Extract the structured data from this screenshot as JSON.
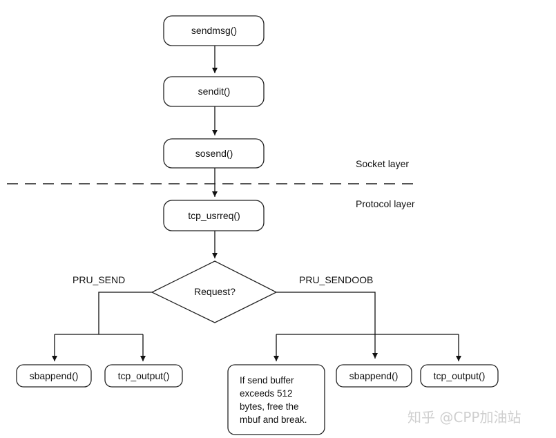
{
  "nodes": {
    "sendmsg": "sendmsg()",
    "sendit": "sendit()",
    "sosend": "sosend()",
    "tcp_usrreq": "tcp_usrreq()",
    "decision": "Request?",
    "sbappend_left": "sbappend()",
    "tcp_output_left": "tcp_output()",
    "note_lines": [
      "If send buffer",
      "exceeds 512",
      "bytes, free the",
      "mbuf and break."
    ],
    "sbappend_right": "sbappend()",
    "tcp_output_right": "tcp_output()"
  },
  "layers": {
    "socket": "Socket layer",
    "protocol": "Protocol layer"
  },
  "branches": {
    "left": "PRU_SEND",
    "right": "PRU_SENDOOB"
  },
  "watermark": "知乎 @CPP加油站"
}
